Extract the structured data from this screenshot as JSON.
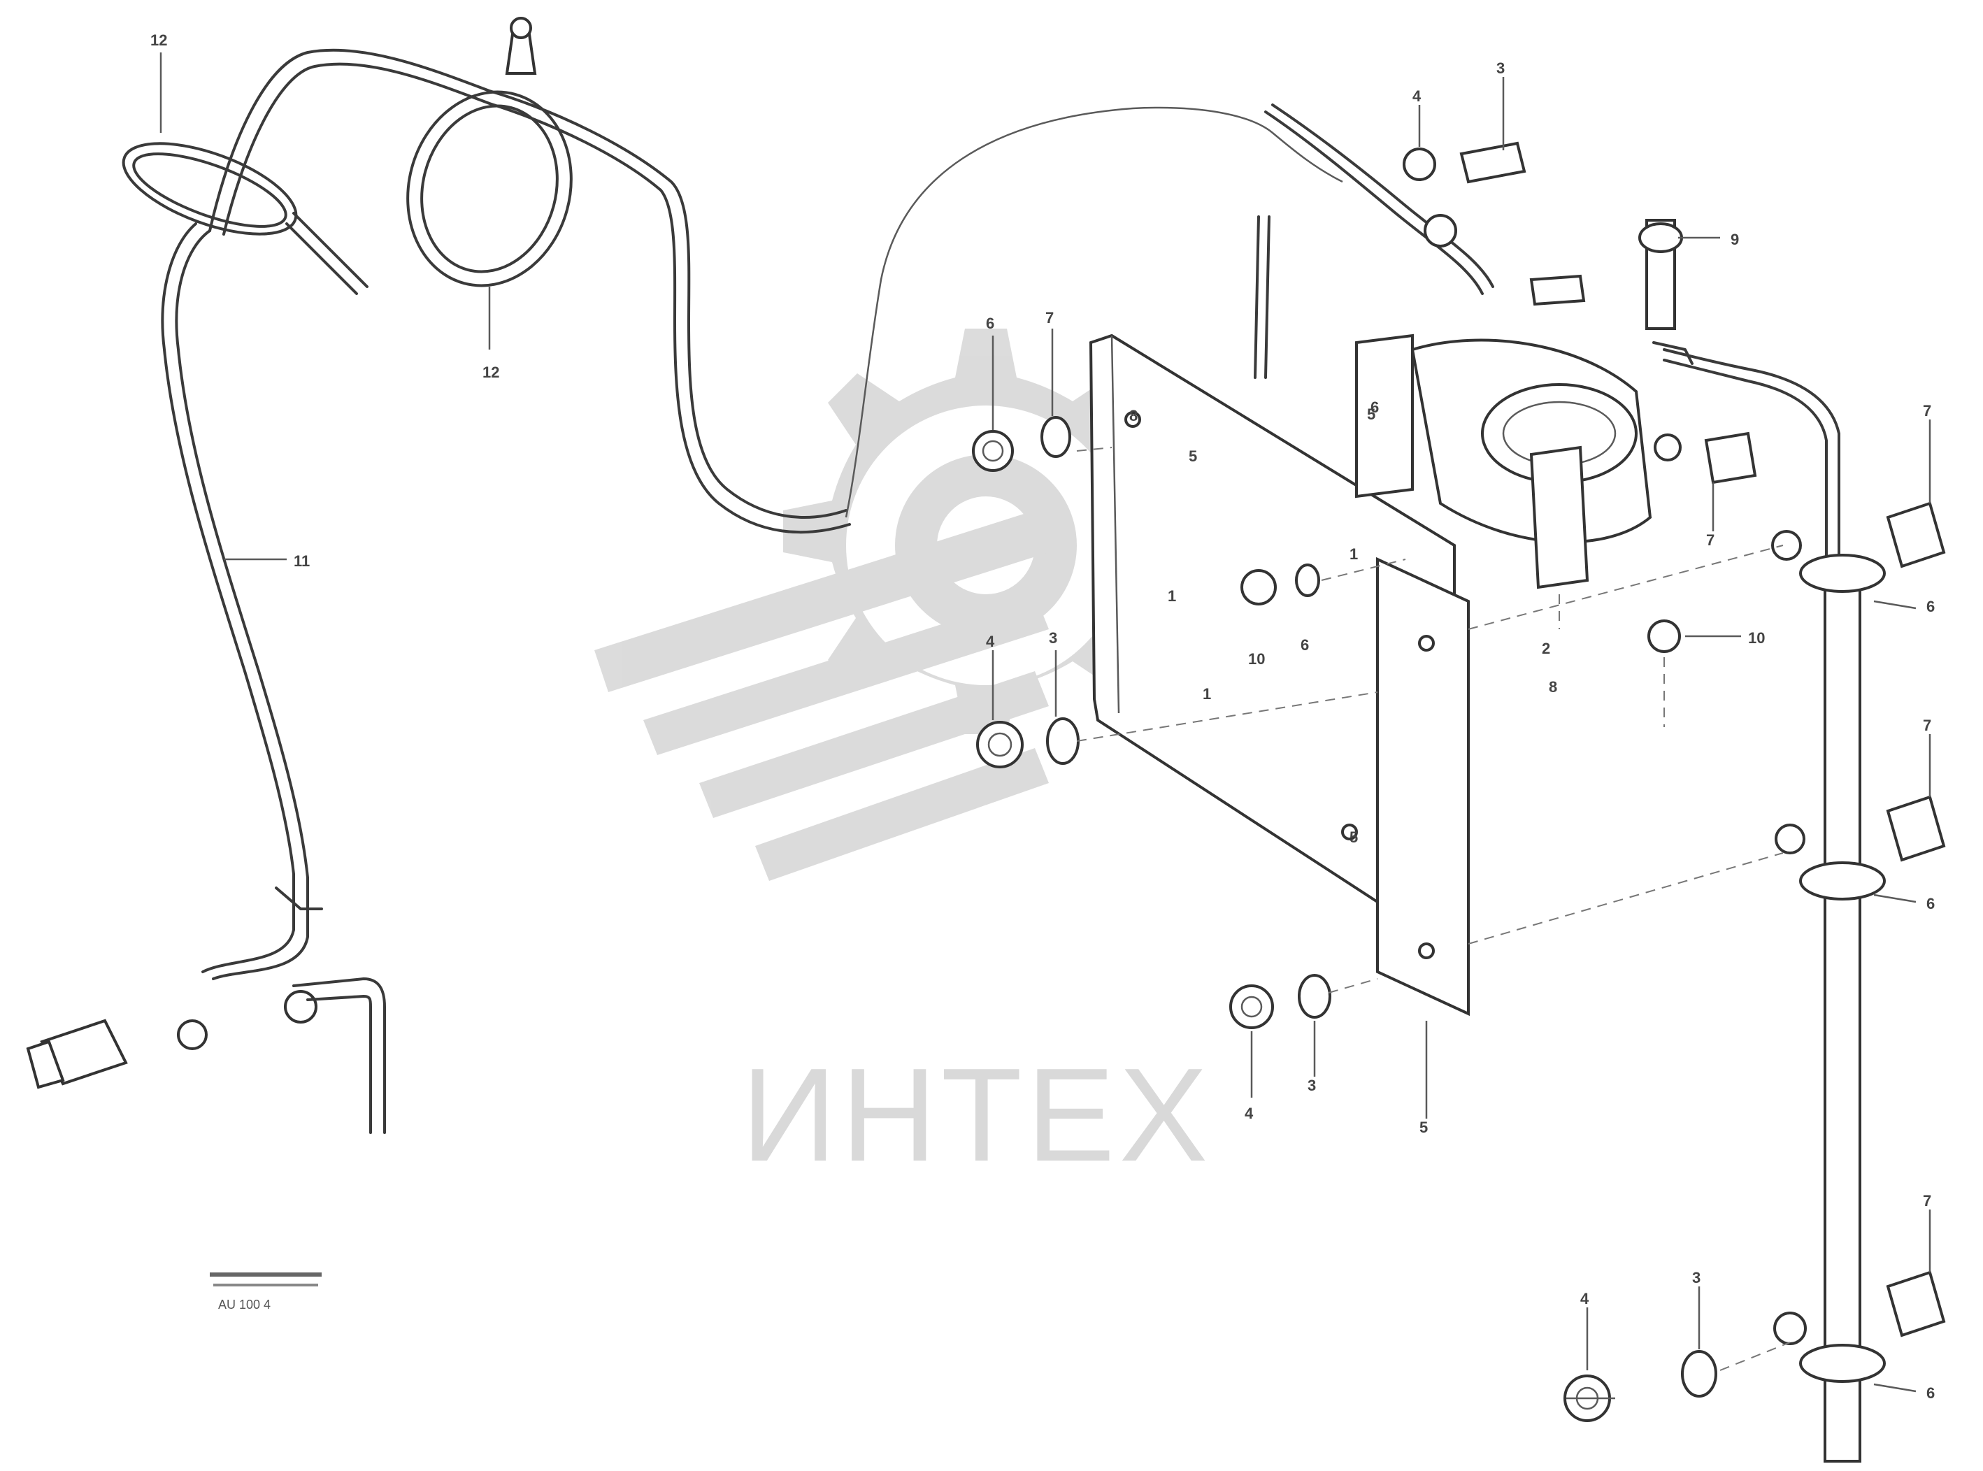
{
  "watermark": {
    "text": "ИНТЕХ"
  },
  "stamp": {
    "line1": "",
    "line2": "",
    "code": "AU 100 4"
  },
  "callouts": [
    {
      "id": "c12a",
      "text": "12"
    },
    {
      "id": "c12b",
      "text": "12"
    },
    {
      "id": "c11",
      "text": "11"
    },
    {
      "id": "c6a",
      "text": "6"
    },
    {
      "id": "c7a",
      "text": "7"
    },
    {
      "id": "c8a",
      "text": "8"
    },
    {
      "id": "c4a",
      "text": "4"
    },
    {
      "id": "c3a",
      "text": "3"
    },
    {
      "id": "c5a",
      "text": "5"
    },
    {
      "id": "c1a",
      "text": "1"
    },
    {
      "id": "c1b",
      "text": "1"
    },
    {
      "id": "c10a",
      "text": "10"
    },
    {
      "id": "c6b",
      "text": "6"
    },
    {
      "id": "c1c",
      "text": "1"
    },
    {
      "id": "c5b",
      "text": "5"
    },
    {
      "id": "c4b",
      "text": "4"
    },
    {
      "id": "c3b",
      "text": "3"
    },
    {
      "id": "c5c",
      "text": "5"
    },
    {
      "id": "c5d",
      "text": "5"
    },
    {
      "id": "c4c",
      "text": "4"
    },
    {
      "id": "c3c",
      "text": "3"
    },
    {
      "id": "c6c",
      "text": "6"
    },
    {
      "id": "c2a",
      "text": "2"
    },
    {
      "id": "c9a",
      "text": "9"
    },
    {
      "id": "c10b",
      "text": "10"
    },
    {
      "id": "c7b",
      "text": "7"
    },
    {
      "id": "c7c",
      "text": "7"
    },
    {
      "id": "c6d",
      "text": "6"
    },
    {
      "id": "c8b",
      "text": "8"
    },
    {
      "id": "c7d",
      "text": "7"
    },
    {
      "id": "c6e",
      "text": "6"
    },
    {
      "id": "c7e",
      "text": "7"
    },
    {
      "id": "c4d",
      "text": "4"
    },
    {
      "id": "c3d",
      "text": "3"
    },
    {
      "id": "c6f",
      "text": "6"
    }
  ]
}
